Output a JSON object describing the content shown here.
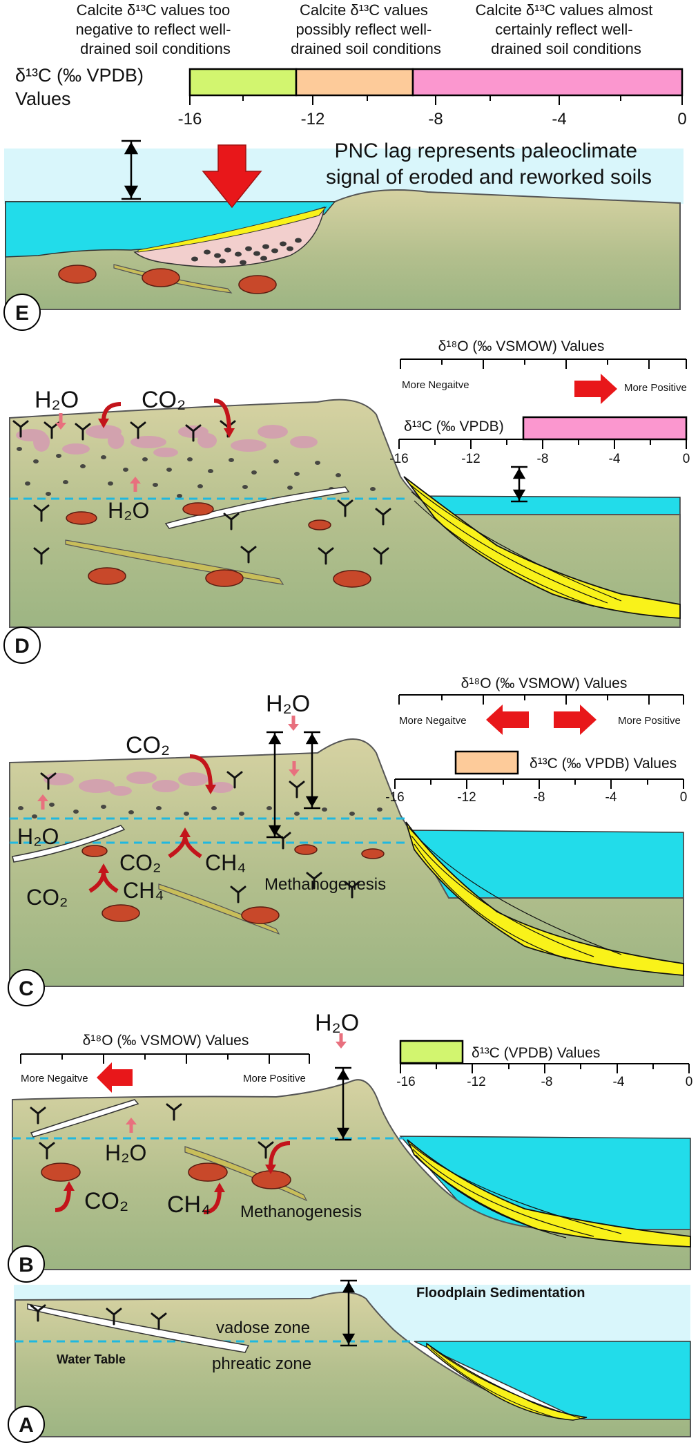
{
  "legend": {
    "cat1": [
      "Calcite δ¹³C values too",
      "negative to reflect well-",
      "drained soil conditions"
    ],
    "cat2": [
      "Calcite δ¹³C values",
      "possibly reflect well-",
      "drained soil conditions"
    ],
    "cat3": [
      "Calcite δ¹³C values almost",
      "certainly reflect well-",
      "drained soil conditions"
    ],
    "scale_title": [
      "δ¹³C (‰ VPDB)",
      "Values"
    ],
    "ticks": [
      "-16",
      "-12",
      "-8",
      "-4",
      "0"
    ],
    "colors": {
      "green": "#d2f56f",
      "orange": "#fdcb9a",
      "pink": "#fb97cf"
    }
  },
  "panels": {
    "E": {
      "letter": "E",
      "annotation": [
        "PNC lag represents paleoclimate",
        "signal of eroded and reworked soils"
      ]
    },
    "D": {
      "letter": "D",
      "h2o_top": "H₂O",
      "co2": "CO₂",
      "h2o_mid": "H₂O",
      "o18_title": "δ¹⁸O (‰ VSMOW) Values",
      "more_negative": "More Negaitve",
      "more_positive": "More Positive",
      "c13_title": "δ¹³C (‰ VPDB)",
      "ticks": [
        "-16",
        "-12",
        "-8",
        "-4",
        "0"
      ]
    },
    "C": {
      "letter": "C",
      "h2o_top": "H₂O",
      "co2_top": "CO₂",
      "h2o_left": "H₂O",
      "co2_mid": "CO₂",
      "ch4_mid": "CH₄",
      "co2_low": "CO₂",
      "ch4_low": "CH₄",
      "methanogenesis": "Methanogenesis",
      "o18_title": "δ¹⁸O (‰ VSMOW) Values",
      "more_negative": "More Negaitve",
      "more_positive": "More Positive",
      "c13_title": "δ¹³C (‰ VPDB) Values",
      "ticks": [
        "-16",
        "-12",
        "-8",
        "-4",
        "0"
      ]
    },
    "B": {
      "letter": "B",
      "h2o_top": "H₂O",
      "h2o_mid": "H₂O",
      "co2": "CO₂",
      "ch4": "CH₄",
      "methanogenesis": "Methanogenesis",
      "o18_title": "δ¹⁸O (‰ VSMOW) Values",
      "more_negative": "More Negaitve",
      "more_positive": "More Positive",
      "c13_title": "δ¹³C (VPDB) Values",
      "ticks": [
        "-16",
        "-12",
        "-8",
        "-4",
        "0"
      ]
    },
    "A": {
      "letter": "A",
      "floodplain": "Floodplain Sedimentation",
      "vadose": "vadose zone",
      "phreatic": "phreatic zone",
      "water_table": "Water Table"
    }
  },
  "colors": {
    "soil": "#b5c08e",
    "water": "#22dcea",
    "sky": "#d9f6fb",
    "nodule": "#c8482a",
    "arrow": "#e8171a",
    "sand": "#f9f21a"
  }
}
